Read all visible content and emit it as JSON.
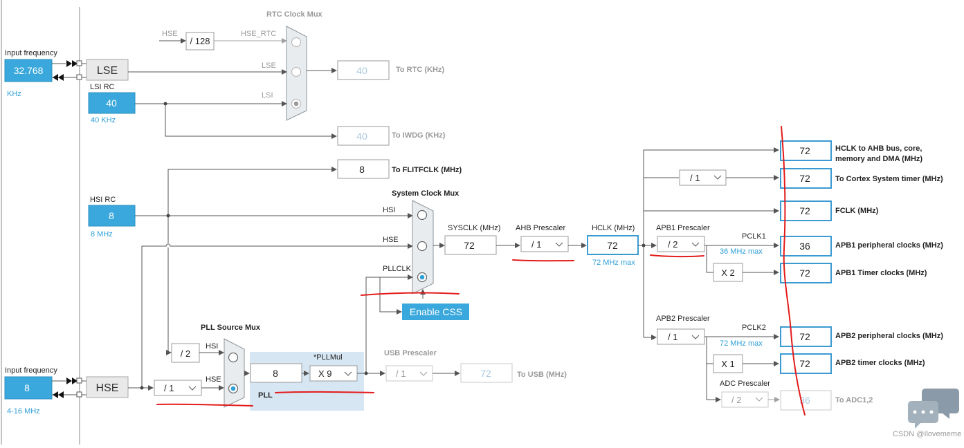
{
  "rtc_mux": {
    "title": "RTC Clock Mux",
    "in_hse": "HSE",
    "div": "/ 128",
    "hse_rtc": "HSE_RTC",
    "lse": "LSE",
    "lsi": "LSI"
  },
  "lse_input": {
    "label": "Input frequency",
    "value": "32.768",
    "unit": "KHz",
    "block": "LSE"
  },
  "lsi": {
    "label": "LSI RC",
    "value": "40",
    "unit": "40 KHz"
  },
  "rtc_out": {
    "value": "40",
    "label": "To RTC (KHz)"
  },
  "iwdg_out": {
    "value": "40",
    "label": "To IWDG (KHz)"
  },
  "flit_out": {
    "value": "8",
    "label": "To FLITFCLK (MHz)"
  },
  "hsi": {
    "label": "HSI RC",
    "value": "8",
    "unit": "8 MHz"
  },
  "sys_mux": {
    "title": "System Clock Mux",
    "hsi": "HSI",
    "hse": "HSE",
    "pllclk": "PLLCLK"
  },
  "sysclk": {
    "label": "SYSCLK (MHz)",
    "value": "72"
  },
  "ahb": {
    "label": "AHB Prescaler",
    "value": "/ 1"
  },
  "hclk": {
    "label": "HCLK (MHz)",
    "value": "72",
    "max": "72 MHz max"
  },
  "enable_css": "Enable CSS",
  "apb1": {
    "label": "APB1 Prescaler",
    "value": "/ 2",
    "pclk": "PCLK1",
    "max": "36 MHz max",
    "timer_mul": "X 2"
  },
  "apb2": {
    "label": "APB2 Prescaler",
    "value": "/ 1",
    "pclk": "PCLK2",
    "max": "72 MHz max",
    "timer_mul": "X 1"
  },
  "cortex_div": "/ 1",
  "adc": {
    "label": "ADC Prescaler",
    "value": "/ 2"
  },
  "outputs": [
    {
      "value": "72",
      "label": "HCLK to AHB bus, core,",
      "label2": "memory and DMA (MHz)"
    },
    {
      "value": "72",
      "label": "To Cortex System timer (MHz)"
    },
    {
      "value": "72",
      "label": "FCLK (MHz)"
    },
    {
      "value": "36",
      "label": "APB1 peripheral clocks (MHz)"
    },
    {
      "value": "72",
      "label": "APB1 Timer clocks (MHz)"
    },
    {
      "value": "72",
      "label": "APB2 peripheral clocks (MHz)"
    },
    {
      "value": "72",
      "label": "APB2 timer clocks (MHz)"
    },
    {
      "value": "36",
      "label": "To ADC1,2"
    }
  ],
  "pll_src": {
    "title": "PLL Source Mux",
    "hsi": "HSI",
    "hse": "HSE",
    "hsi_div": "/ 2"
  },
  "hse_input": {
    "label": "Input frequency",
    "value": "8",
    "range": "4-16 MHz",
    "block": "HSE",
    "div": "/ 1"
  },
  "pll": {
    "mul_label": "*PLLMul",
    "in_value": "8",
    "mul": "X 9",
    "label": "PLL"
  },
  "usb": {
    "label": "USB Prescaler",
    "value": "/ 1",
    "out_value": "72",
    "out_label": "To USB (MHz)"
  },
  "watermark": "CSDN @Ilovememe"
}
